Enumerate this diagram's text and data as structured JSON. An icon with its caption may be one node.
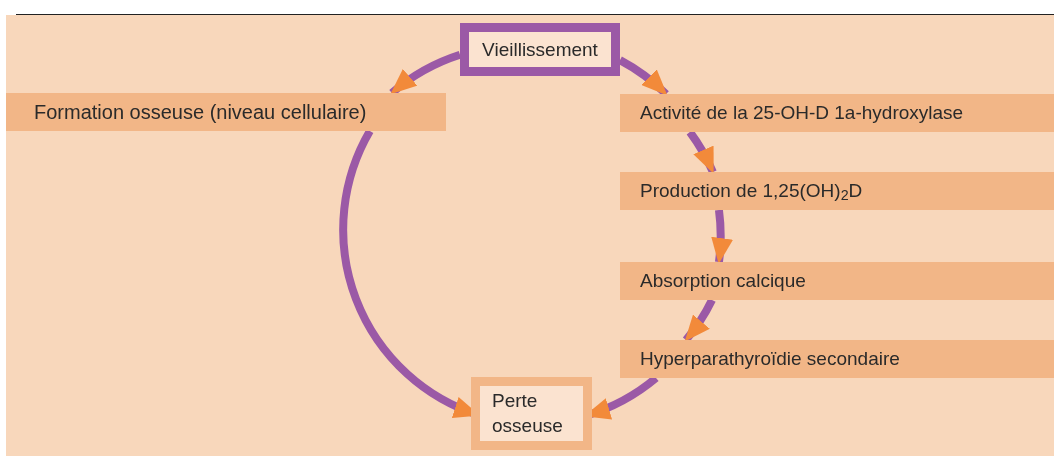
{
  "diagram": {
    "nodes": [
      {
        "text": [
          "Vieillissement"
        ]
      },
      {
        "text": [
          "Formation osseuse (niveau cellulaire)"
        ]
      },
      {
        "text": [
          "Activité de la 25-OH-D 1a-hydroxylase"
        ]
      },
      {
        "text": [
          "Production de 1,25(OH)$_{2}$D"
        ]
      },
      {
        "text": [
          "Absorption calcique"
        ]
      },
      {
        "text": [
          "Hyperparathyroïdie secondaire"
        ]
      },
      {
        "text": [
          "Perte osseuse"
        ]
      }
    ],
    "edges": [
      {
        "from": 0,
        "to": 1,
        "arrow": "to"
      },
      {
        "from": 1,
        "to": 6,
        "arrow": "to"
      },
      {
        "from": 0,
        "to": 2,
        "arrow": "to"
      },
      {
        "from": 2,
        "to": 3,
        "arrow": "to"
      },
      {
        "from": 3,
        "to": 4,
        "arrow": "to"
      },
      {
        "from": 4,
        "to": 5,
        "arrow": "to"
      },
      {
        "from": 5,
        "to": 6,
        "arrow": "to"
      }
    ]
  }
}
